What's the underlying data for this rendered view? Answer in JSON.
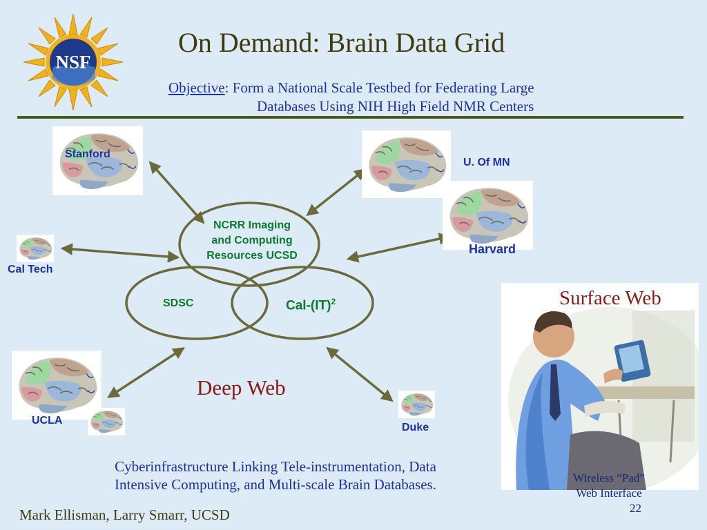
{
  "header": {
    "title": "On Demand: Brain Data Grid",
    "objective_label": "Objective",
    "objective_line1": ":  Form a National Scale Testbed for Federating Large",
    "objective_line2": "Databases Using NIH High Field NMR Centers"
  },
  "logo": {
    "text": "NSF"
  },
  "sites": {
    "stanford": "Stanford",
    "u_of_mn": "U. Of MN",
    "harvard": "Harvard",
    "cal_tech": "Cal Tech",
    "ucla": "UCLA",
    "duke": "Duke"
  },
  "centers": {
    "ncrr_line1": "NCRR Imaging",
    "ncrr_line2": "and Computing",
    "ncrr_line3": "Resources UCSD",
    "sdsc": "SDSC",
    "calit": "Cal-(IT)",
    "calit_sup": "2"
  },
  "deep_web": "Deep Web",
  "surface_web": "Surface Web",
  "pad_caption_line1": "Wireless “Pad”",
  "pad_caption_line2": "Web Interface",
  "caption_line1": "Cyberinfrastructure Linking Tele-instrumentation, Data",
  "caption_line2": "Intensive Computing, and Multi-scale Brain Databases.",
  "authors": "Mark Ellisman, Larry Smarr, UCSD",
  "slide_number": "22",
  "colors": {
    "background": "#dcebf5",
    "title": "#3f3b0f",
    "blue_text": "#1d2fa8",
    "green_text": "#0b7a2d",
    "red_text": "#8b1a14",
    "arrow": "#6b6a3a"
  }
}
